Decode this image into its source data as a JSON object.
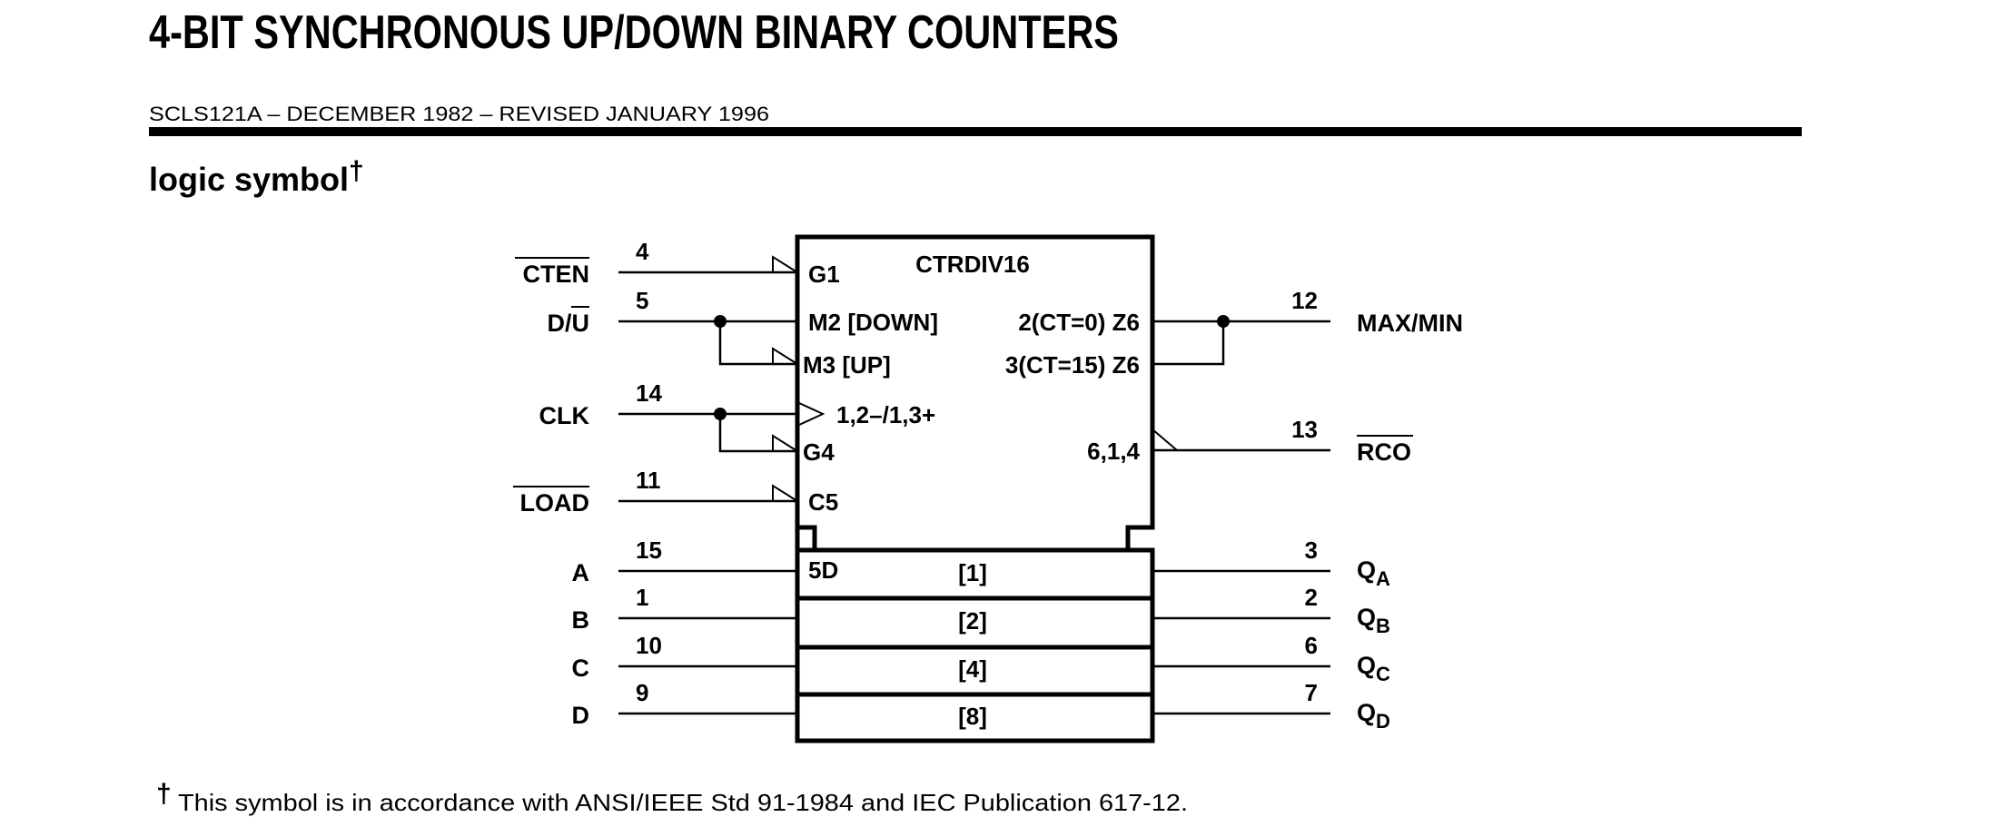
{
  "header": {
    "title": "4-BIT SYNCHRONOUS UP/DOWN BINARY COUNTERS",
    "doc_info": "SCLS121A – DECEMBER 1982 – REVISED JANUARY 1996"
  },
  "section": {
    "title": "logic symbol",
    "dagger": "†"
  },
  "symbol": {
    "name": "CTRDIV16",
    "inputs": [
      {
        "label": "CTEN",
        "pin": "4",
        "inner": "G1"
      },
      {
        "label_a": "D/",
        "label_b": "U",
        "pin": "5",
        "inner": "M2 [DOWN]",
        "inner2": "M3 [UP]"
      },
      {
        "label": "CLK",
        "pin": "14",
        "inner": "1,2–/1,3+",
        "inner2": "G4"
      },
      {
        "label": "LOAD",
        "pin": "11",
        "inner": "C5"
      },
      {
        "label": "A",
        "pin": "15",
        "inner": "5D"
      },
      {
        "label": "B",
        "pin": "1"
      },
      {
        "label": "C",
        "pin": "10"
      },
      {
        "label": "D",
        "pin": "9"
      }
    ],
    "outputs": [
      {
        "label": "MAX/MIN",
        "pin": "12",
        "inner": "2(CT=0) Z6",
        "inner2": "3(CT=15) Z6"
      },
      {
        "label": "RCO",
        "pin": "13",
        "inner": "6,1,4"
      },
      {
        "label": "Q",
        "sub": "A",
        "pin": "3"
      },
      {
        "label": "Q",
        "sub": "B",
        "pin": "2"
      },
      {
        "label": "Q",
        "sub": "C",
        "pin": "6"
      },
      {
        "label": "Q",
        "sub": "D",
        "pin": "7"
      }
    ],
    "bits": [
      "[1]",
      "[2]",
      "[4]",
      "[8]"
    ]
  },
  "footnote": {
    "dagger": "†",
    "text": "This symbol is in accordance with ANSI/IEEE Std 91-1984 and IEC Publication 617-12."
  }
}
